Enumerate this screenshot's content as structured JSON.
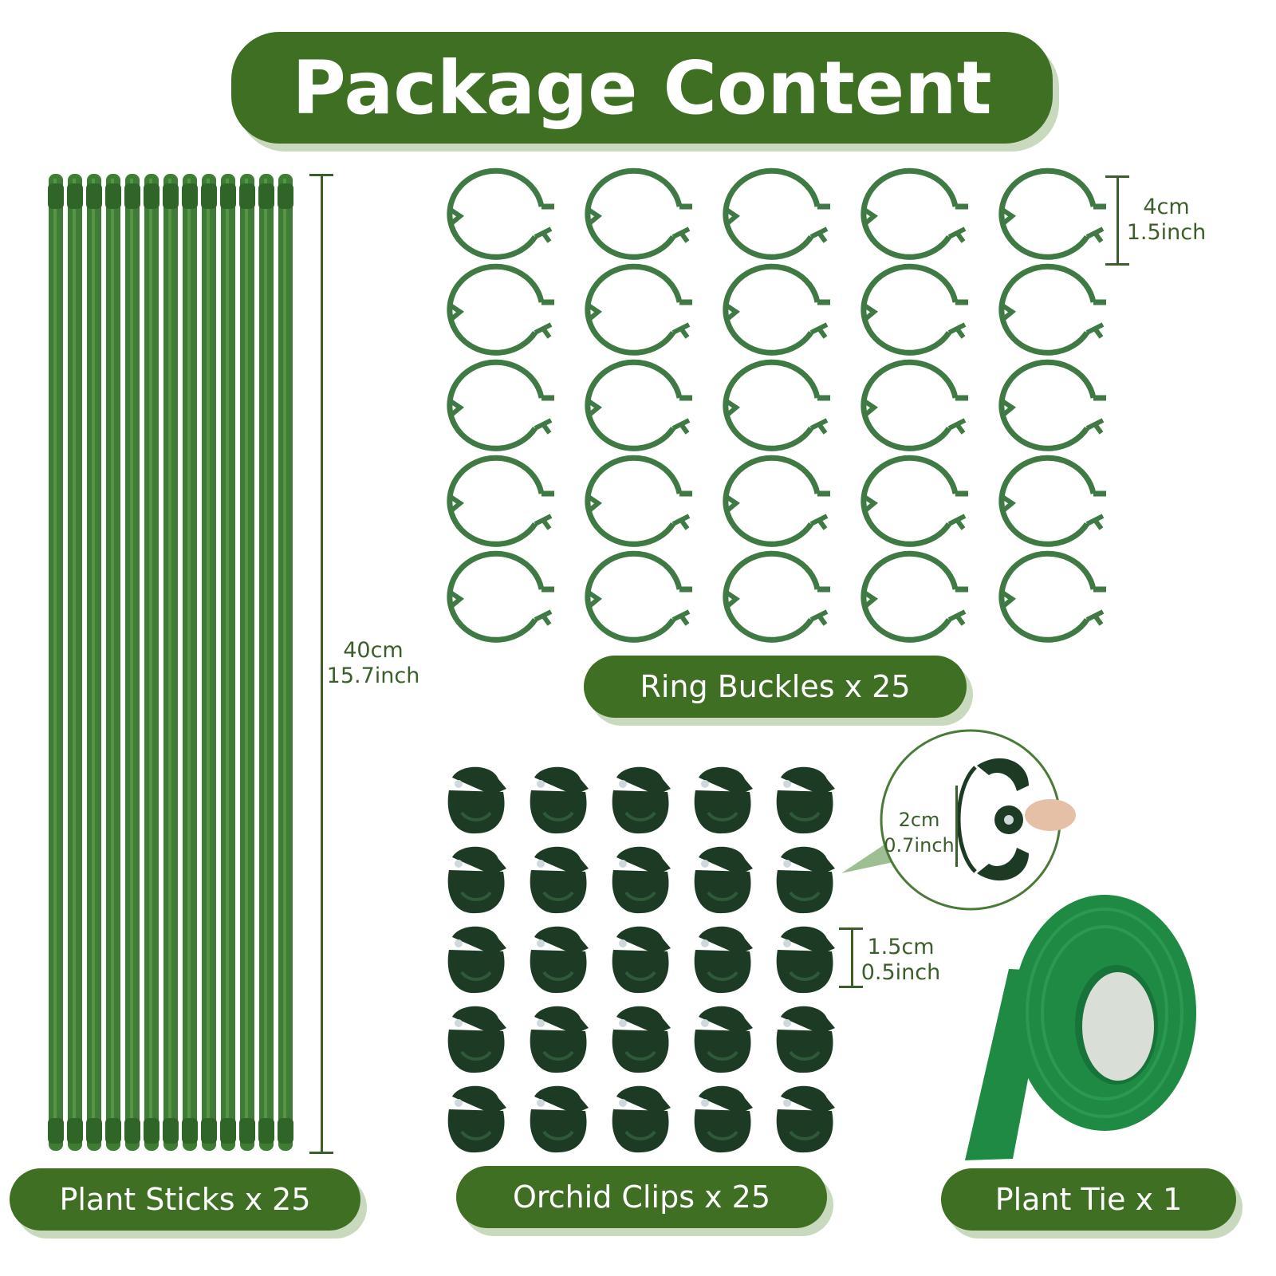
{
  "title": "Package Content",
  "items": [
    {
      "label": "Plant Sticks x 25",
      "dimension": {
        "metric": "40cm",
        "imperial": "15.7inch"
      }
    },
    {
      "label": "Ring Buckles x 25",
      "dimension": {
        "metric": "4cm",
        "imperial": "1.5inch"
      }
    },
    {
      "label": "Orchid Clips x 25",
      "dimension": {
        "metric": "1.5cm",
        "imperial": "0.5inch"
      },
      "detail": {
        "metric": "2cm",
        "imperial": "0.7inch"
      }
    },
    {
      "label": "Plant Tie x 1"
    }
  ],
  "colors": {
    "banner": "#3f6f22",
    "banner_shadow": "#c9d9bd",
    "stick": "#3f7d34",
    "ring": "#3f7a45",
    "clip": "#1c3a24",
    "tie": "#1f8a43",
    "dimension_line": "#3b5e2a"
  },
  "icons": [
    "plant-stick-icon",
    "ring-buckle-icon",
    "orchid-clip-icon",
    "plant-tie-roll-icon"
  ]
}
